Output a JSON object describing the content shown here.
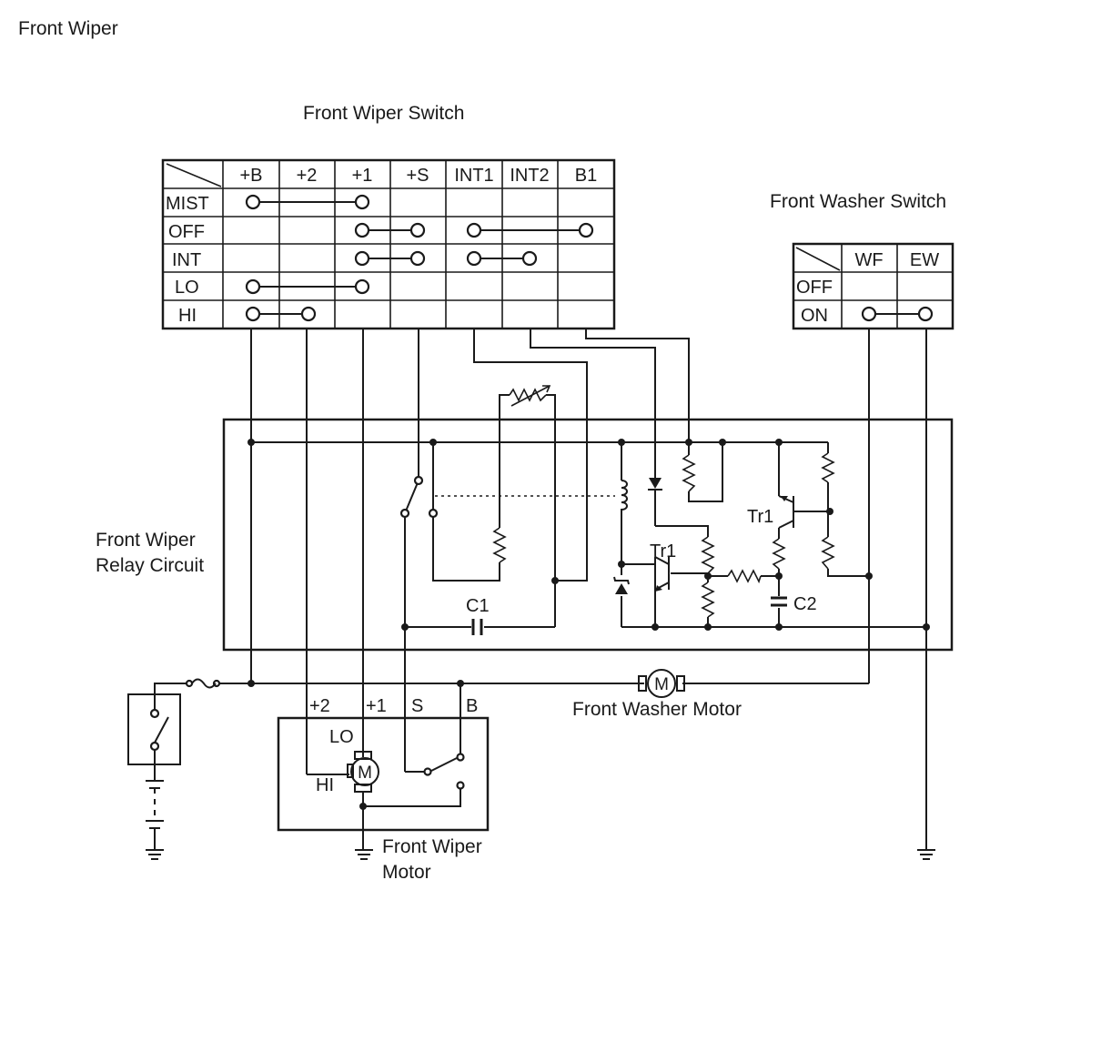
{
  "title": "Front Wiper",
  "wiper_switch": {
    "title": "Front Wiper Switch",
    "columns": [
      "+B",
      "+2",
      "+1",
      "+S",
      "INT1",
      "INT2",
      "B1"
    ],
    "rows": [
      "MIST",
      "OFF",
      "INT",
      "LO",
      "HI"
    ],
    "connections": [
      {
        "row": "MIST",
        "from": "+B",
        "to": "+1"
      },
      {
        "row": "OFF",
        "from": "+1",
        "to": "+S"
      },
      {
        "row": "OFF",
        "from": "INT1",
        "to": "B1"
      },
      {
        "row": "INT",
        "from": "+1",
        "to": "+S"
      },
      {
        "row": "INT",
        "from": "INT1",
        "to": "INT2"
      },
      {
        "row": "LO",
        "from": "+B",
        "to": "+1"
      },
      {
        "row": "HI",
        "from": "+B",
        "to": "+2"
      }
    ]
  },
  "washer_switch": {
    "title": "Front Washer Switch",
    "columns": [
      "WF",
      "EW"
    ],
    "rows": [
      "OFF",
      "ON"
    ],
    "connections": [
      {
        "row": "ON",
        "from": "WF",
        "to": "EW"
      }
    ]
  },
  "relay": {
    "label_line1": "Front Wiper",
    "label_line2": "Relay Circuit",
    "c1": "C1",
    "c2": "C2",
    "tr1_a": "Tr1",
    "tr1_b": "Tr1"
  },
  "washer_motor": {
    "label": "Front Washer Motor",
    "symbol": "M"
  },
  "wiper_motor": {
    "label_line1": "Front Wiper",
    "label_line2": "Motor",
    "symbol": "M",
    "terminals": [
      "+2",
      "+1",
      "S",
      "B"
    ],
    "lo": "LO",
    "hi": "HI"
  }
}
